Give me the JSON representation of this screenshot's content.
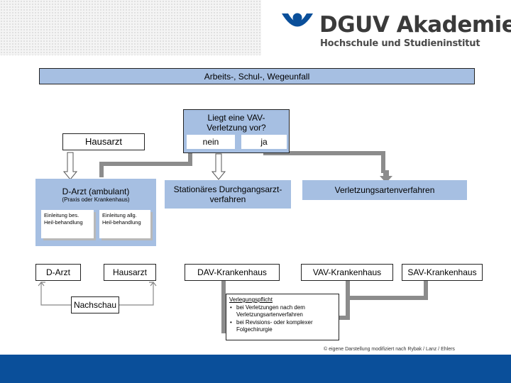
{
  "logo": {
    "title": "DGUV Akademie",
    "subtitle": "Hochschule und Studieninstitut",
    "brand_color": "#0a4f9a"
  },
  "diagram": {
    "top": "Arbeits-, Schul-, Wegeunfall",
    "question": "Liegt eine VAV-Verletzung vor?",
    "nein": "nein",
    "ja": "ja",
    "hausarzt_top": "Hausarzt",
    "d_arzt_panel_title": "D-Arzt (ambulant)",
    "d_arzt_panel_sub": "(Praxis oder Krankenhaus)",
    "einleitung_bes": "Einleitung bes. Heil-behandlung",
    "einleitung_allg": "Einleitung allg. Heil-behandlung",
    "stationaer": "Stationäres Durchgangsarzt-verfahren",
    "verletzungsarten": "Verletzungsartenverfahren",
    "d_arzt": "D-Arzt",
    "hausarzt_bottom": "Hausarzt",
    "nachschau": "Nachschau",
    "dav": "DAV-Krankenhaus",
    "vav": "VAV-Krankenhaus",
    "sav": "SAV-Krankenhaus",
    "verlegung_title": "Verlegungspflicht",
    "verlegung_items": [
      "bei Verletzungen nach dem Verletzungsartenverfahren",
      "bei Revisions- oder komplexer Folgechirurgie"
    ],
    "credit": "© eigene Darstellung modifiziert nach Rybak / Lanz / Ehlers"
  },
  "colors": {
    "box_blue": "#a6bfe2",
    "connector_gray": "#8c8c8c"
  }
}
